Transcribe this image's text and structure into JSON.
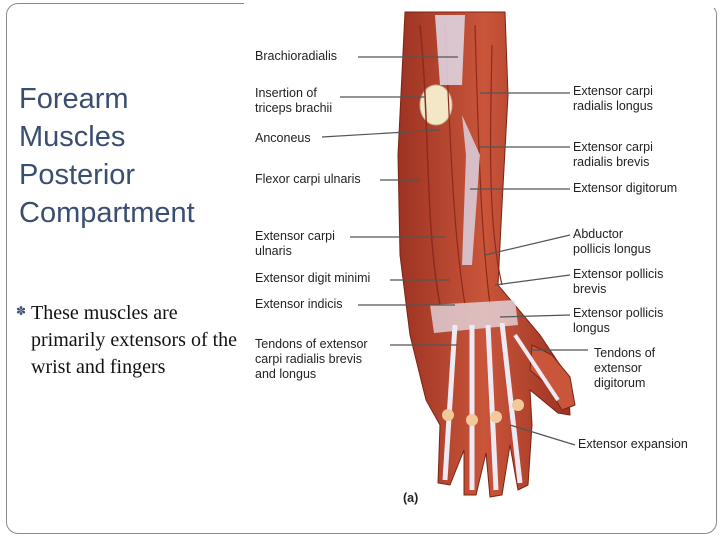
{
  "slide": {
    "title_lines": [
      "Forearm",
      "Muscles",
      "Posterior",
      "Compartment"
    ],
    "bullet": "These muscles are primarily extensors of the wrist and fingers"
  },
  "figure": {
    "panel_label": "(a)",
    "labels_left": [
      {
        "lines": [
          "Brachioradialis"
        ]
      },
      {
        "lines": [
          "Insertion of",
          "triceps brachii"
        ]
      },
      {
        "lines": [
          "Anconeus"
        ]
      },
      {
        "lines": [
          "Flexor carpi ulnaris"
        ]
      },
      {
        "lines": [
          "Extensor carpi",
          "ulnaris"
        ]
      },
      {
        "lines": [
          "Extensor digit minimi"
        ]
      },
      {
        "lines": [
          "Extensor indicis"
        ]
      },
      {
        "lines": [
          "Tendons of extensor",
          "carpi radialis brevis",
          "and longus"
        ]
      }
    ],
    "labels_right": [
      {
        "lines": [
          "Extensor carpi",
          "radialis longus"
        ]
      },
      {
        "lines": [
          "Extensor carpi",
          "radialis brevis"
        ]
      },
      {
        "lines": [
          "Extensor digitorum"
        ]
      },
      {
        "lines": [
          "Abductor",
          "pollicis longus"
        ]
      },
      {
        "lines": [
          "Extensor pollicis",
          "brevis"
        ]
      },
      {
        "lines": [
          "Extensor pollicis",
          "longus"
        ]
      },
      {
        "lines": [
          "Tendons of",
          "extensor",
          "digitorum"
        ]
      },
      {
        "lines": [
          "Extensor expansion"
        ]
      }
    ],
    "colors": {
      "muscle": "#b8402a",
      "muscle_dark": "#8e2a1b",
      "tendon": "#e9e6ef",
      "skin": "#f2c99a",
      "bone": "#f3e7c8"
    }
  }
}
